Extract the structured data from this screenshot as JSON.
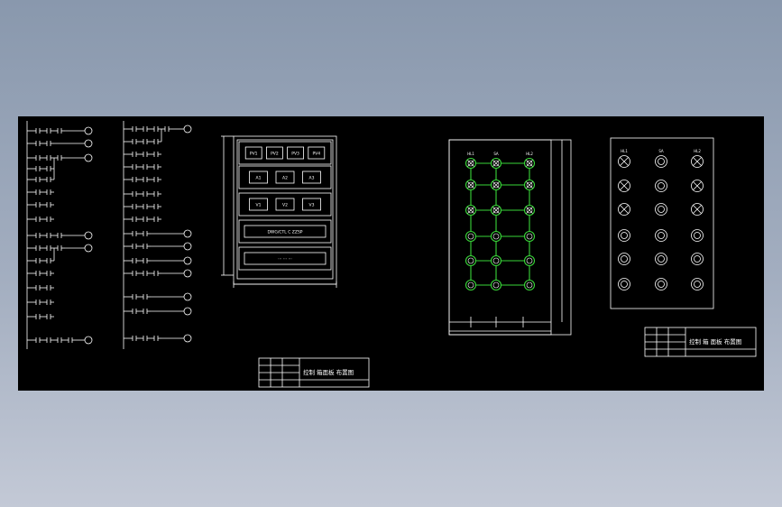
{
  "colors": {
    "background_top": "#8998ad",
    "background_bottom": "#c3c9d6",
    "drawing_area": "#000000",
    "line": "#ffffff",
    "wire_green": "#39d639"
  },
  "panel_front": {
    "rows": [
      {
        "type": "meters",
        "labels": [
          "PV1",
          "PV2",
          "PV3",
          "PV4"
        ]
      },
      {
        "type": "meters",
        "labels": [
          "A1",
          "A2",
          "A3"
        ]
      },
      {
        "type": "meters",
        "labels": [
          "V1",
          "V2",
          "V3"
        ]
      },
      {
        "type": "display",
        "text": "DWG/CTL  C  ZZSP"
      },
      {
        "type": "display",
        "text": "···  ···  ···"
      }
    ]
  },
  "lamp_grid": {
    "top_labels": [
      "HL1",
      "SA",
      "HL2"
    ],
    "rows": 6,
    "cols": 3
  },
  "lamp_panel": {
    "top_labels": [
      "HL1",
      "SA",
      "HL2"
    ],
    "rows": 6,
    "cols": 3
  },
  "title_block_1": {
    "title": "控制 箱面板 布置图"
  },
  "title_block_2": {
    "title": "控制 箱 面板 布置图"
  }
}
